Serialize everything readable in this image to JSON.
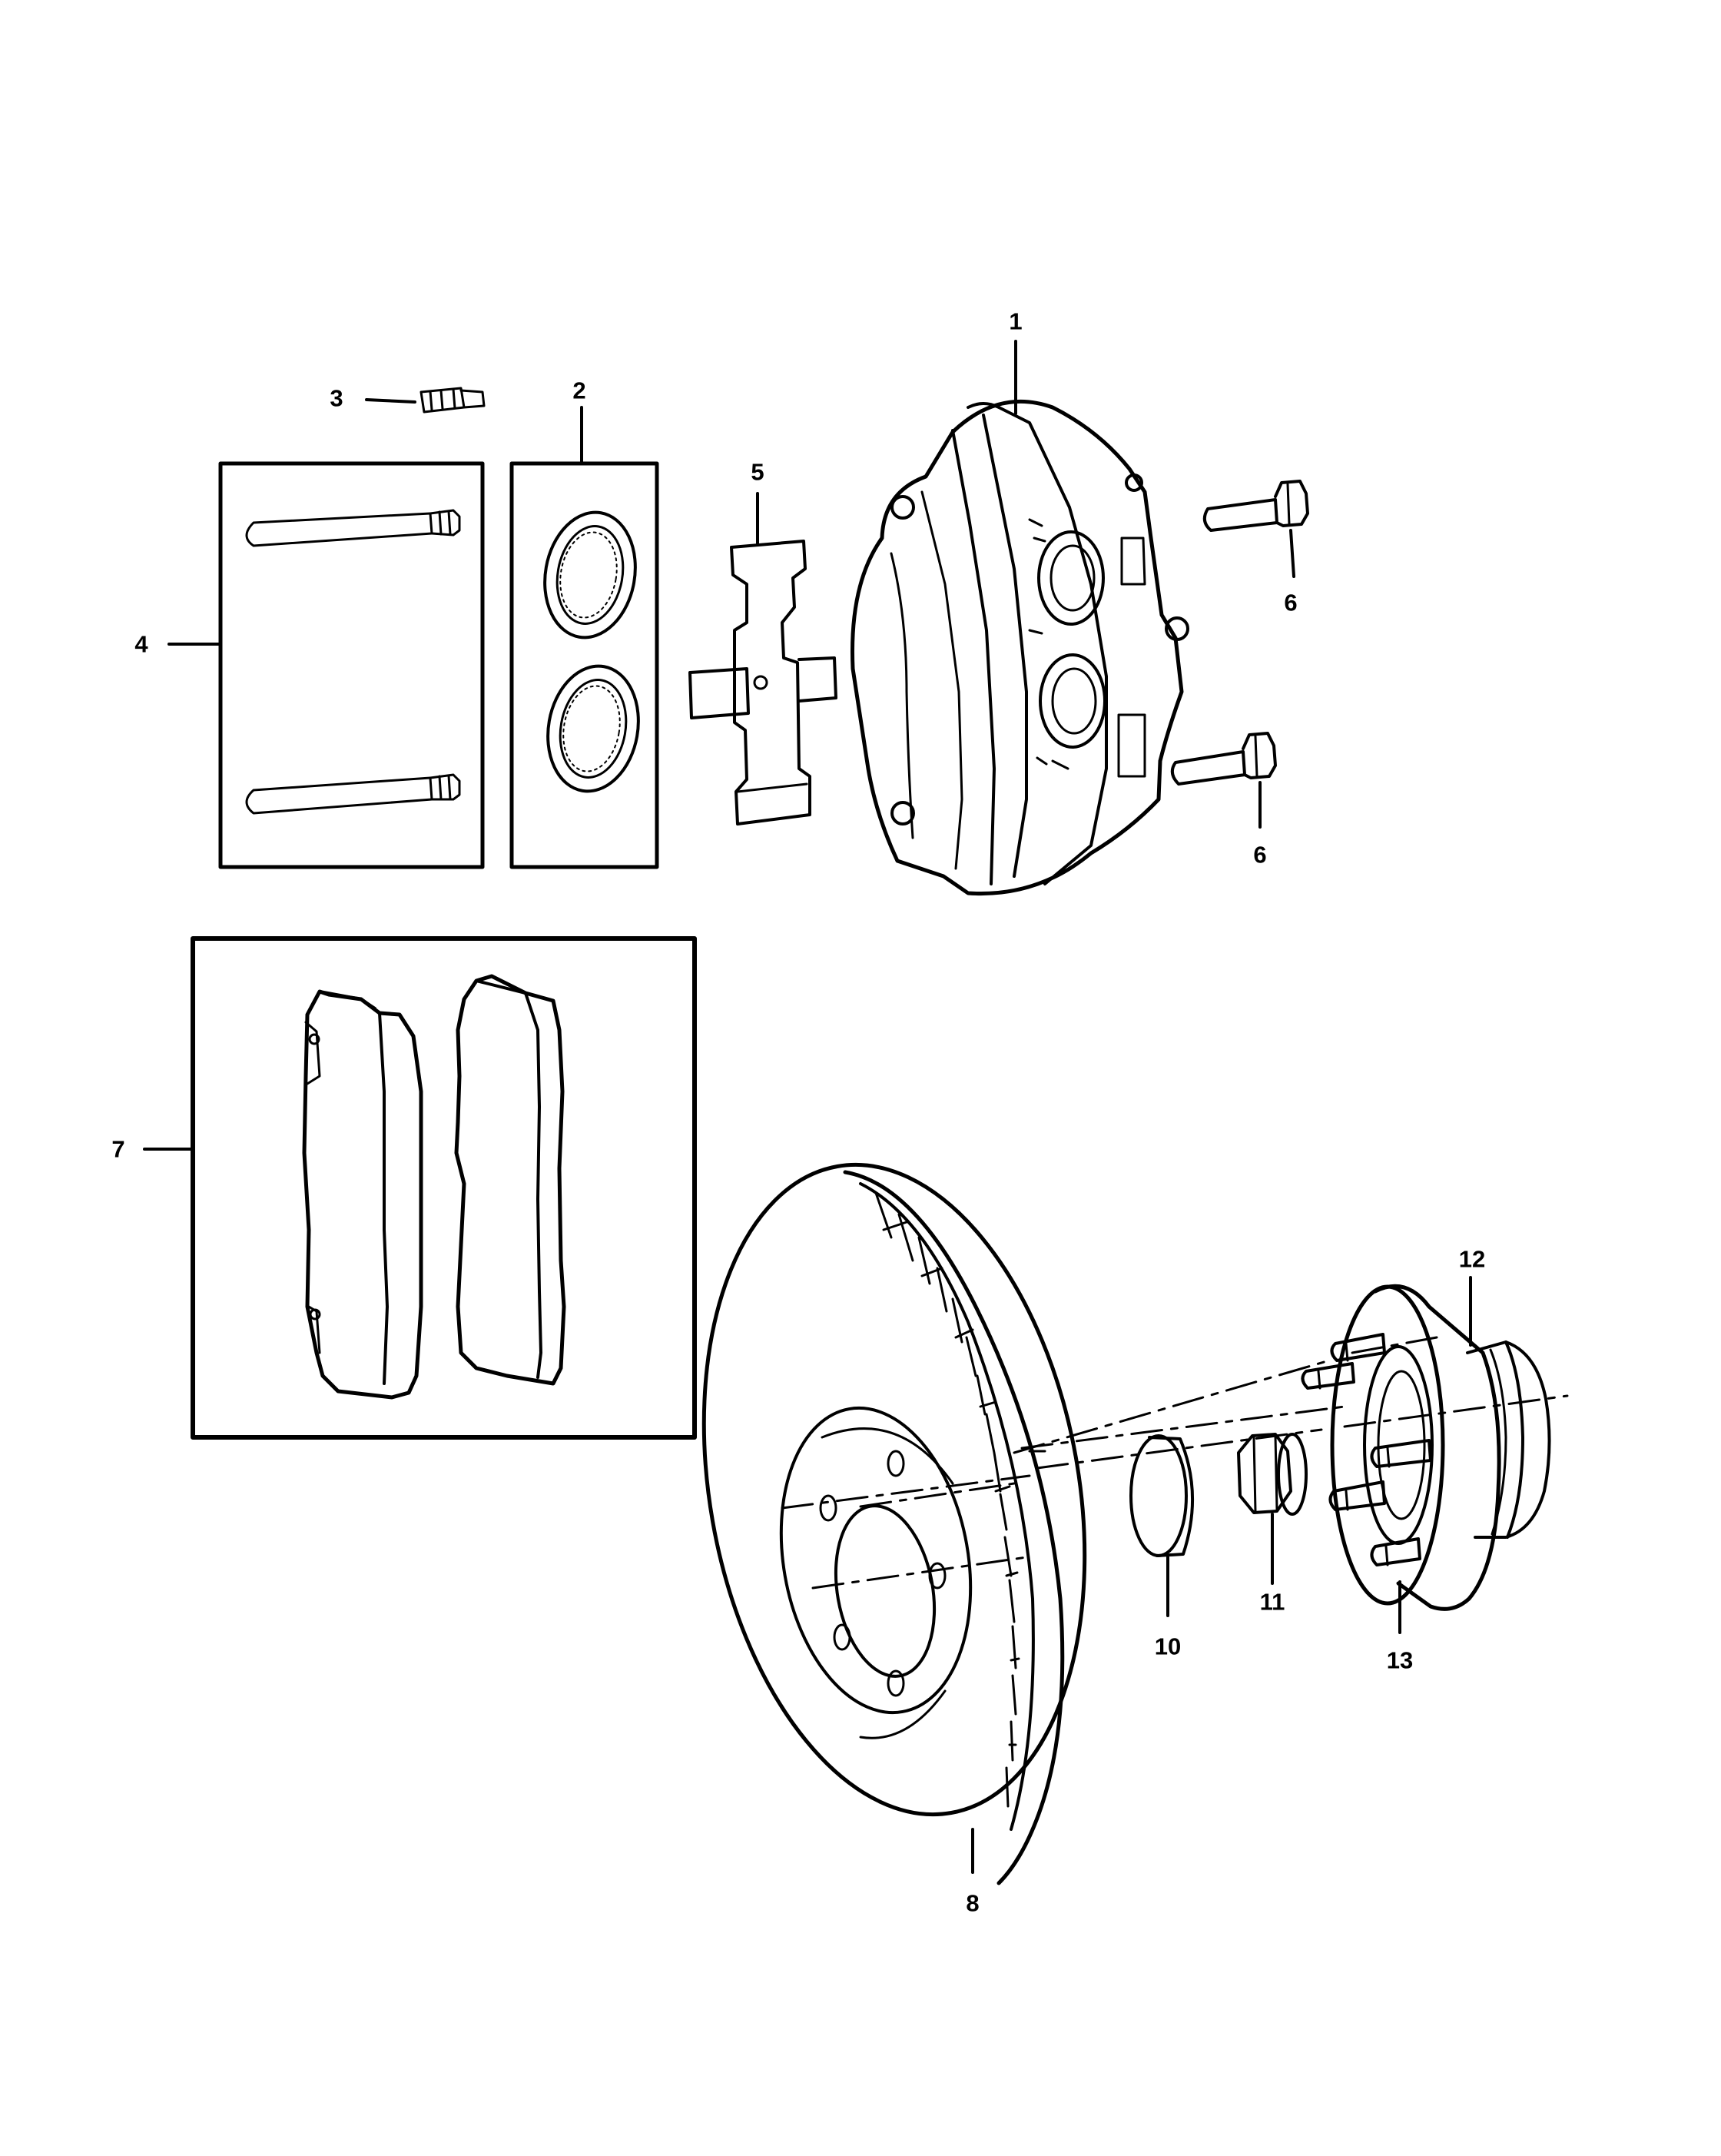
{
  "diagram": {
    "type": "exploded-parts-diagram",
    "callouts": [
      "1",
      "2",
      "3",
      "4",
      "5",
      "6",
      "6",
      "7",
      "8",
      "10",
      "11",
      "12",
      "13"
    ]
  }
}
